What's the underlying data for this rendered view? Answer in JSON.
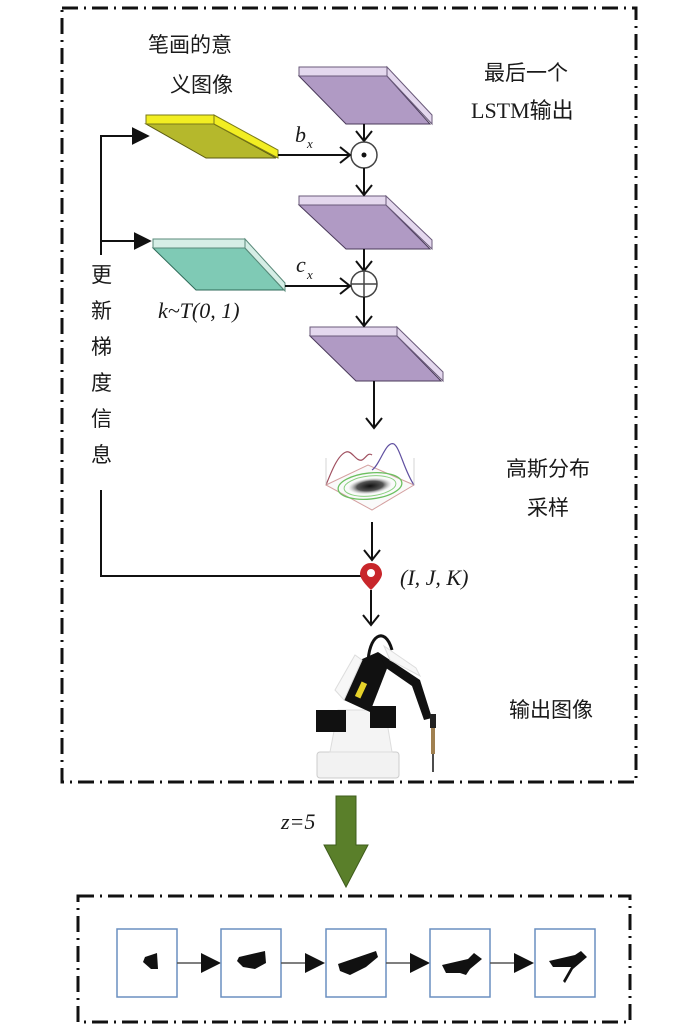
{
  "diagram": {
    "labels": {
      "stroke_meaning_image_line1": "笔画的意",
      "stroke_meaning_image_line2": "义图像",
      "last_lstm_output_line1": "最后一个",
      "last_lstm_output_line2": "LSTM输出",
      "update_gradient_info": [
        "更",
        "新",
        "梯",
        "度",
        "信",
        "息"
      ],
      "gaussian_sampling_line1": "高斯分布",
      "gaussian_sampling_line2": "采样",
      "output_image": "输出图像",
      "b_symbol": "b",
      "b_subscript": "x",
      "c_symbol": "c",
      "c_subscript": "x",
      "k_distribution": "k~T(0, 1)",
      "coordinate": "(I, J, K)",
      "z_value": "z=5",
      "multiply_operator": "⊙",
      "add_operator": "⊕"
    },
    "colors": {
      "meaning_layer": "#b5b82c",
      "meaning_layer_edge": "#f2ee22",
      "noise_layer": "#7fcab5",
      "noise_layer_edge": "#d6eee6",
      "lstm_layer": "#b09ac4",
      "lstm_layer_edge": "#e4d8ee",
      "big_arrow": "#5a7f2a",
      "pin": "#c8262b",
      "stroke_frame_border": "#6a8fc0"
    },
    "stroke_sequence": {
      "count": 5,
      "frames": [
        "stage-1",
        "stage-2",
        "stage-3",
        "stage-4",
        "stage-5"
      ]
    }
  }
}
